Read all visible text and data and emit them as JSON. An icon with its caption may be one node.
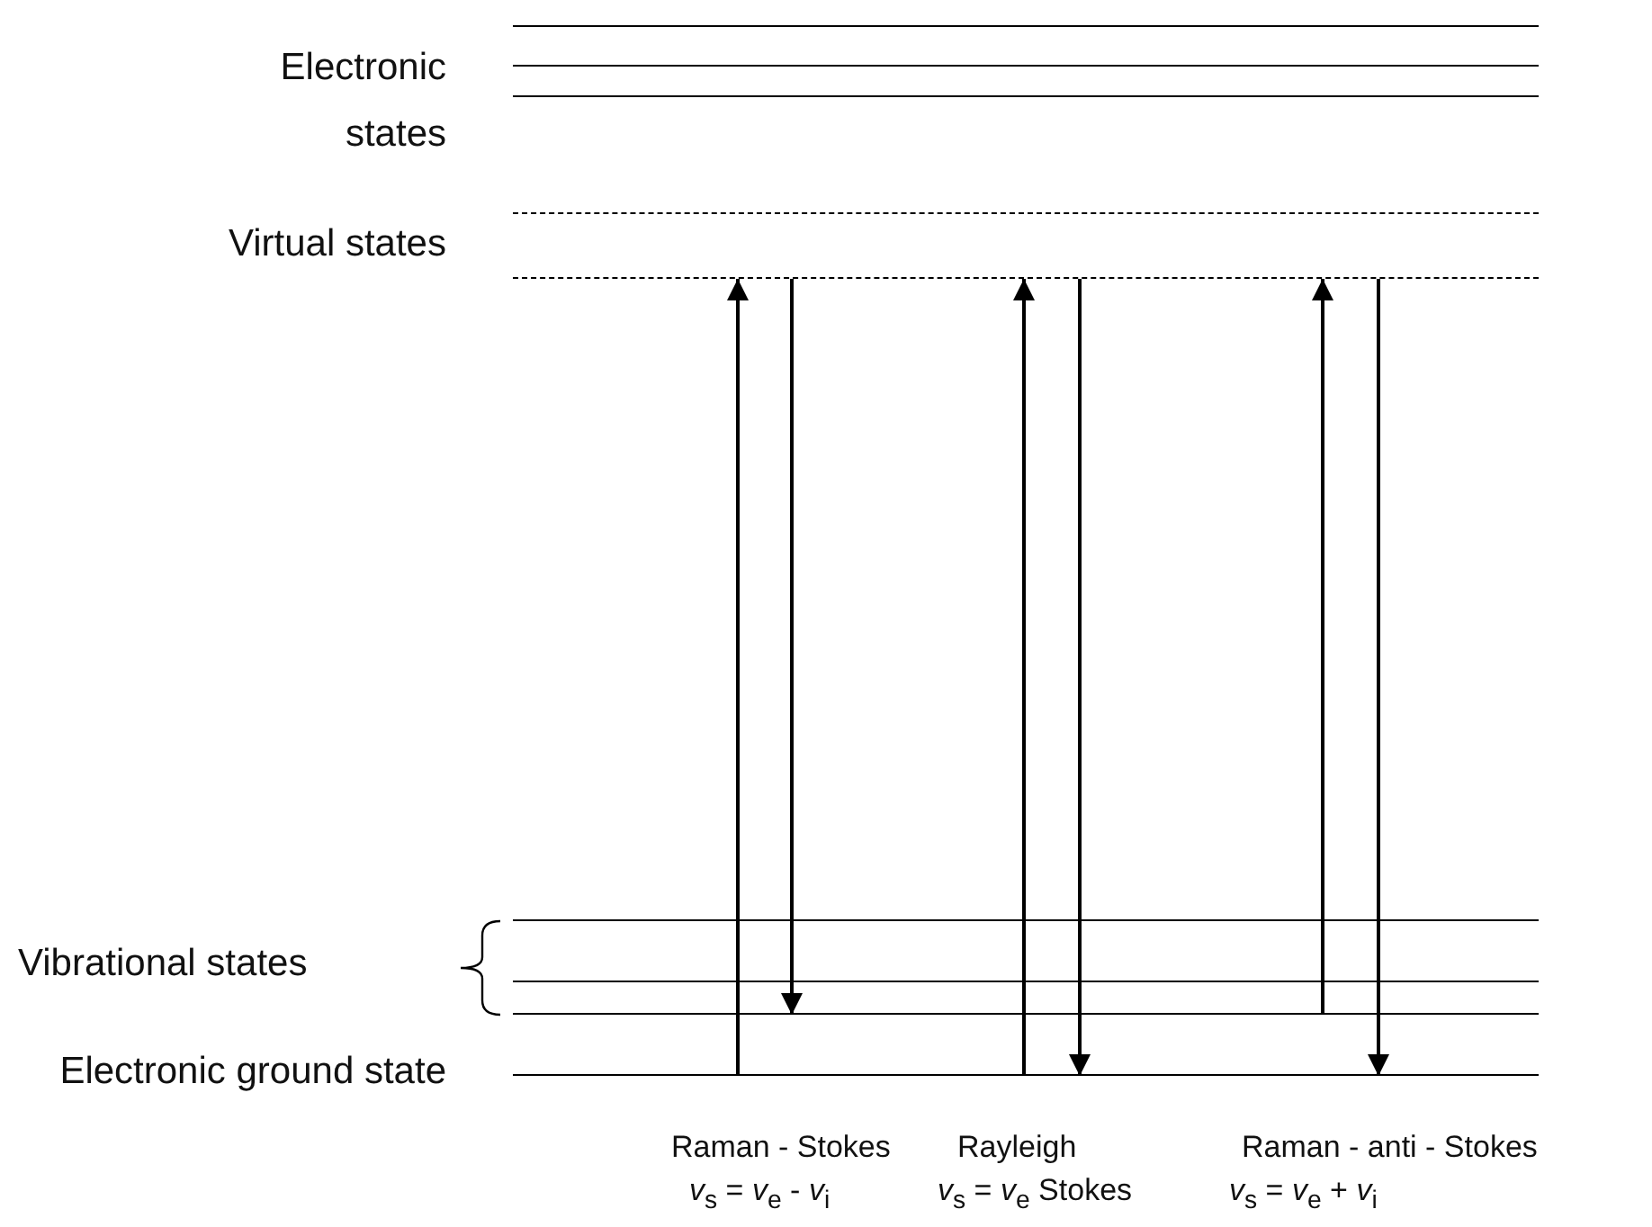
{
  "diagram": {
    "nodes": [
      {
        "text": [],
        "shape": "line"
      },
      {
        "text": [],
        "shape": "line"
      },
      {
        "text": [],
        "shape": "line"
      },
      {
        "text": [],
        "shape": "line"
      },
      {
        "text": [],
        "shape": "line"
      },
      {
        "text": [],
        "shape": "line"
      },
      {
        "text": [],
        "shape": "line"
      },
      {
        "text": [],
        "shape": "line"
      },
      {
        "text": [],
        "shape": "line"
      }
    ],
    "edges": [
      {
        "from": 8,
        "to": 4,
        "arrow": "to"
      },
      {
        "from": 4,
        "to": 7,
        "arrow": "to"
      },
      {
        "from": 8,
        "to": 4,
        "arrow": "to"
      },
      {
        "from": 4,
        "to": 8,
        "arrow": "to"
      },
      {
        "from": 7,
        "to": 4,
        "arrow": "to"
      },
      {
        "from": 4,
        "to": 8,
        "arrow": "to"
      }
    ],
    "labels": [
      "Electronic states",
      "Virtual states",
      "Vibrational states",
      "Electronic ground state",
      "Raman - Stokes",
      "Rayleigh",
      "Raman - anti - Stokes",
      "*v*$_{s}$ = *v*$_{e}$ - *v*$_{i}$",
      "*v*$_{s}$ = *v*$_{e}$ Stokes",
      "*v*$_{s}$ = *v*$_{e}$ + *v*$_{i}$"
    ]
  }
}
